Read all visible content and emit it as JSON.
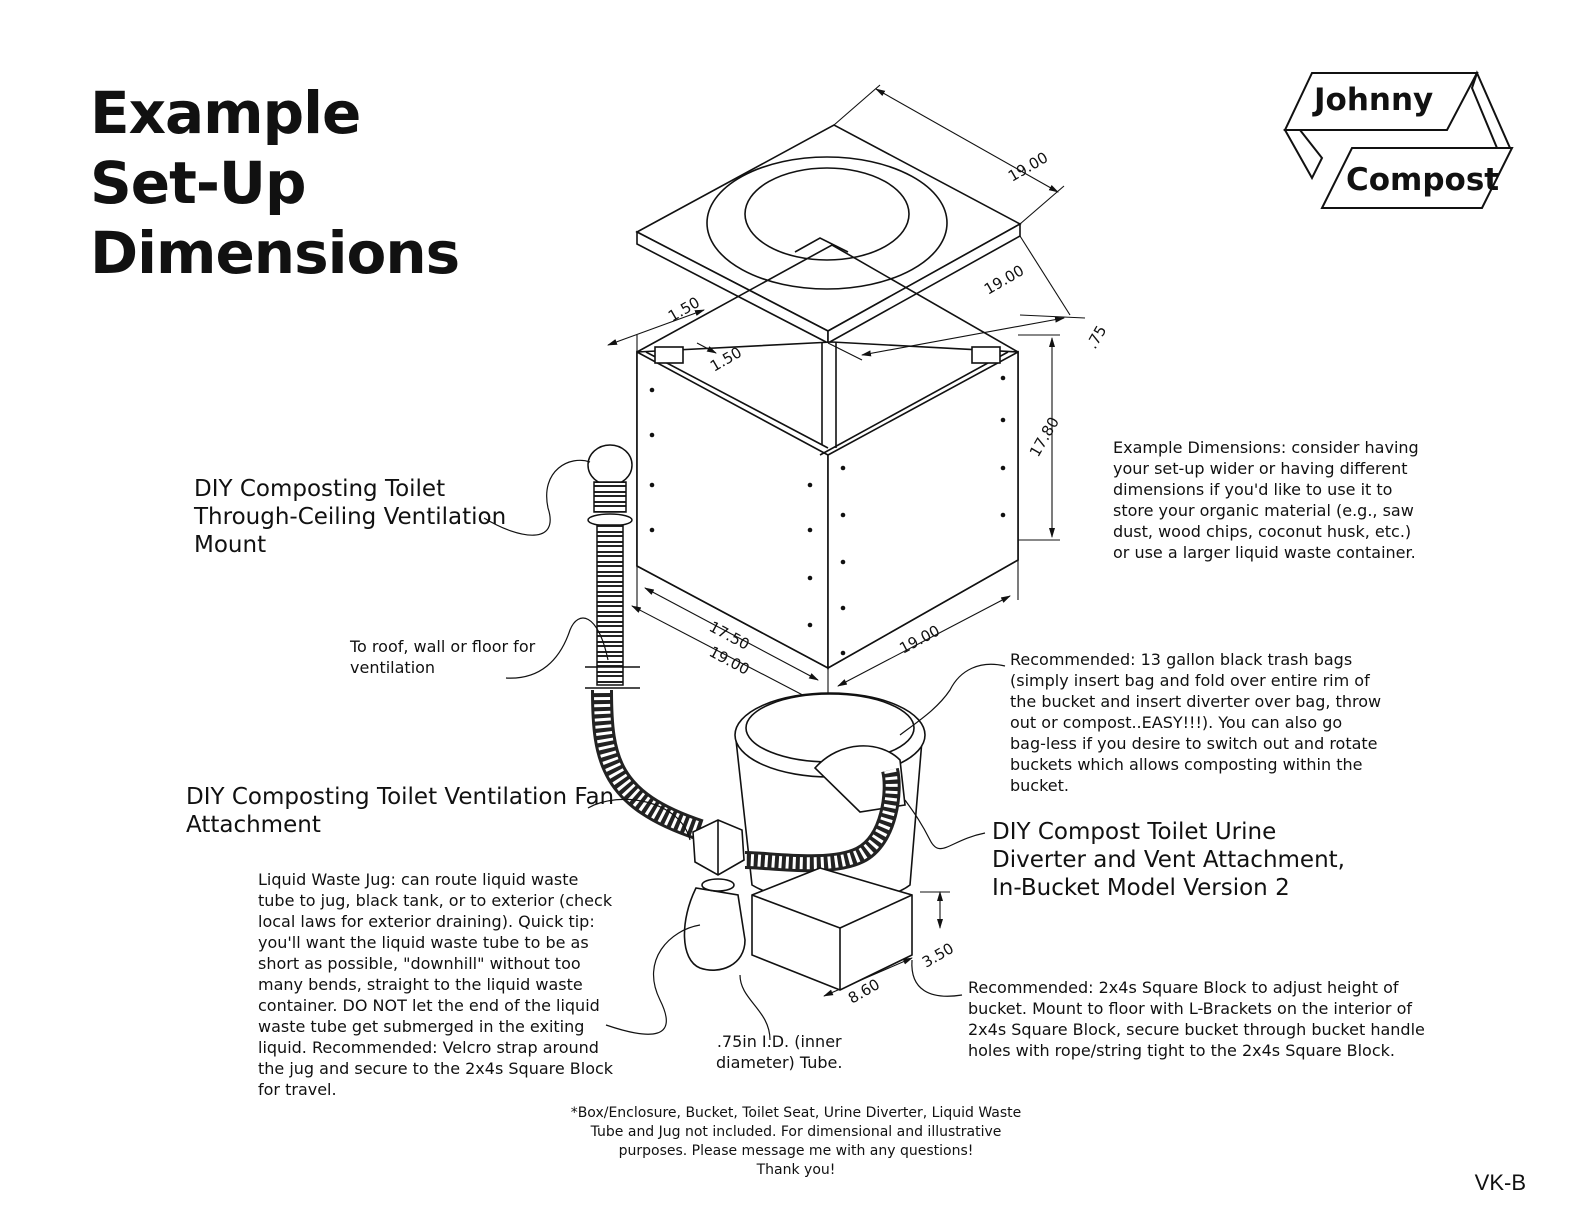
{
  "title": {
    "line1": "Example",
    "line2": "Set-Up",
    "line3": "Dimensions"
  },
  "logo": {
    "word1": "Johnny",
    "word2": "Compost"
  },
  "dimensions": {
    "seat_width": "19.00",
    "seat_depth": "19.00",
    "seat_thickness": ".75",
    "leg_a": "1.50",
    "leg_b": "1.50",
    "box_height": "17.80",
    "box_inner": "17.50",
    "box_front": "19.00",
    "box_side": "19.00",
    "block_height": "3.50",
    "block_width": "8.60"
  },
  "labels": {
    "ventilation_mount": [
      "DIY Composting Toilet",
      "Through-Ceiling Ventilation",
      "Mount"
    ],
    "to_roof": [
      "To roof, wall or floor for",
      "ventilation"
    ],
    "fan_attachment": [
      "DIY Composting Toilet Ventilation Fan",
      "Attachment"
    ],
    "liquid_jug": [
      "Liquid Waste Jug: can route liquid waste",
      "tube to jug, black tank, or to exterior (check",
      "local laws for exterior draining).  Quick tip:",
      "you'll want the liquid waste tube to be as",
      "short as possible, \"downhill\" without too",
      "many bends, straight to the liquid waste",
      "container.  DO NOT let the end of the liquid",
      "waste tube get submerged in the exiting",
      "liquid.  Recommended:  Velcro strap around",
      "the jug and secure to the 2x4s Square Block",
      "for travel."
    ],
    "tube": [
      ".75in I.D. (inner",
      "diameter) Tube."
    ],
    "example_dims": [
      "Example Dimensions:  consider having",
      "your set-up wider or having different",
      "dimensions if you'd like to use it to",
      "store your organic material (e.g., saw",
      "dust, wood chips, coconut husk, etc.)",
      "or use a larger liquid waste container."
    ],
    "trash_bags": [
      "Recommended:  13 gallon black trash bags",
      "(simply insert bag and fold over entire rim of",
      "the bucket and insert diverter over bag, throw",
      "out or compost..EASY!!!).  You can also go",
      "bag-less if you desire to switch out and rotate",
      "buckets which allows composting within the",
      "bucket."
    ],
    "urine_diverter": [
      "DIY Compost Toilet Urine",
      "Diverter and Vent Attachment,",
      "In-Bucket Model Version 2"
    ],
    "square_block": [
      "Recommended:  2x4s Square Block to adjust height of",
      "bucket.  Mount to floor with L-Brackets on the interior of",
      "2x4s Square Block, secure bucket through bucket handle",
      "holes with rope/string tight to the 2x4s Square Block."
    ],
    "footnote": [
      "*Box/Enclosure, Bucket, Toilet Seat, Urine Diverter, Liquid Waste",
      "Tube and Jug not included.  For dimensional and illustrative",
      "purposes.  Please message me with any questions!",
      "Thank you!"
    ]
  },
  "sheet_code": "VK-B"
}
